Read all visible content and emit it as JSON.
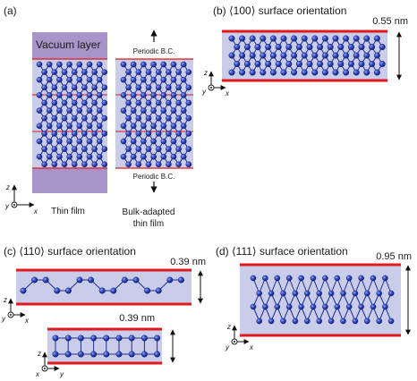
{
  "panel_labels": {
    "a": "(a)",
    "b": "(b) ⟨100⟩ surface orientation",
    "c": "(c) ⟨110⟩ surface orientation",
    "d": "(d) ⟨111⟩ surface orientation"
  },
  "panel_a": {
    "vacuum_label": "Vacuum layer",
    "periodic_top": "Periodic B.C.",
    "periodic_bottom": "Periodic B.C.",
    "caption_left": "Thin film",
    "caption_right_line1": "Bulk-adapted",
    "caption_right_line2": "thin film"
  },
  "thickness": {
    "b": "0.55 nm",
    "c_top": "0.39 nm",
    "c_bottom": "0.39 nm",
    "d": "0.95 nm"
  },
  "axes": {
    "z": "z",
    "x": "x",
    "y": "y"
  },
  "colors": {
    "film_fill": "#c9cde9",
    "vacuum_fill": "#a894c8",
    "boundary_red": "#e0191b",
    "atom_blue": "#2f45b8",
    "bond": "#1f2e8a"
  }
}
